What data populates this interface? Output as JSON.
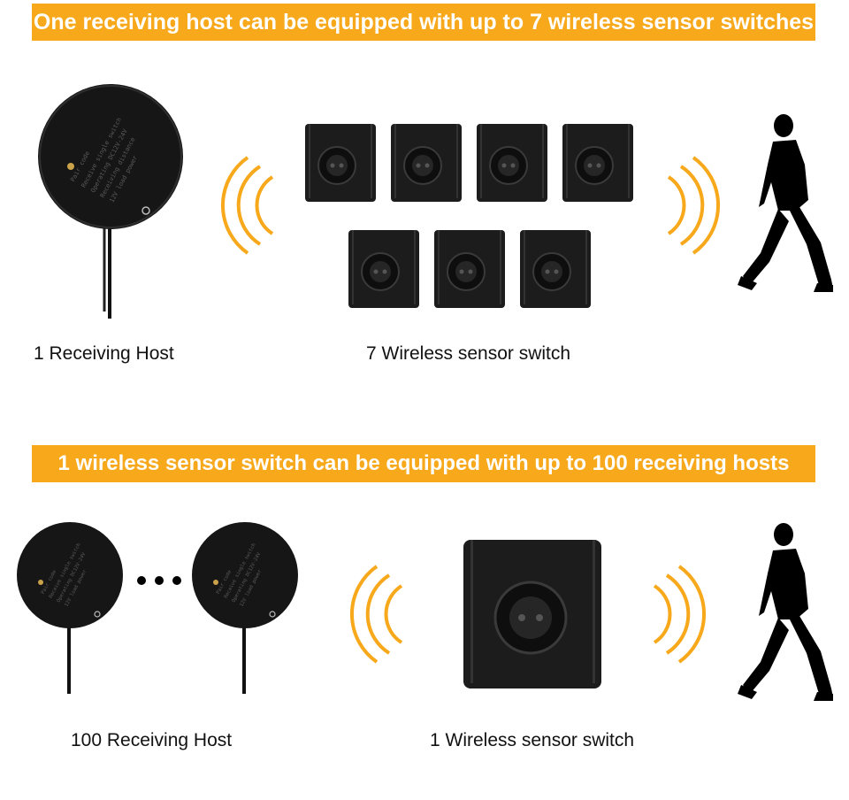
{
  "section1": {
    "title": "One receiving host can be equipped with up to 7 wireless sensor switches",
    "host_label": "1 Receiving Host",
    "switch_label": "7 Wireless sensor switch",
    "switch_count": 7
  },
  "section2": {
    "title": "1 wireless sensor switch can be equipped with up to 100 receiving hosts",
    "host_label": "100 Receiving Host",
    "switch_label": "1 Wireless sensor switch",
    "host_count_shown": 2
  },
  "colors": {
    "banner": "#f7a81b",
    "waves": "#f7a81b",
    "device": "#1c1c1c"
  },
  "icons": [
    "receiving-host-icon",
    "sensor-switch-icon",
    "signal-wave-icon",
    "walking-person-icon",
    "ellipsis-dots"
  ]
}
